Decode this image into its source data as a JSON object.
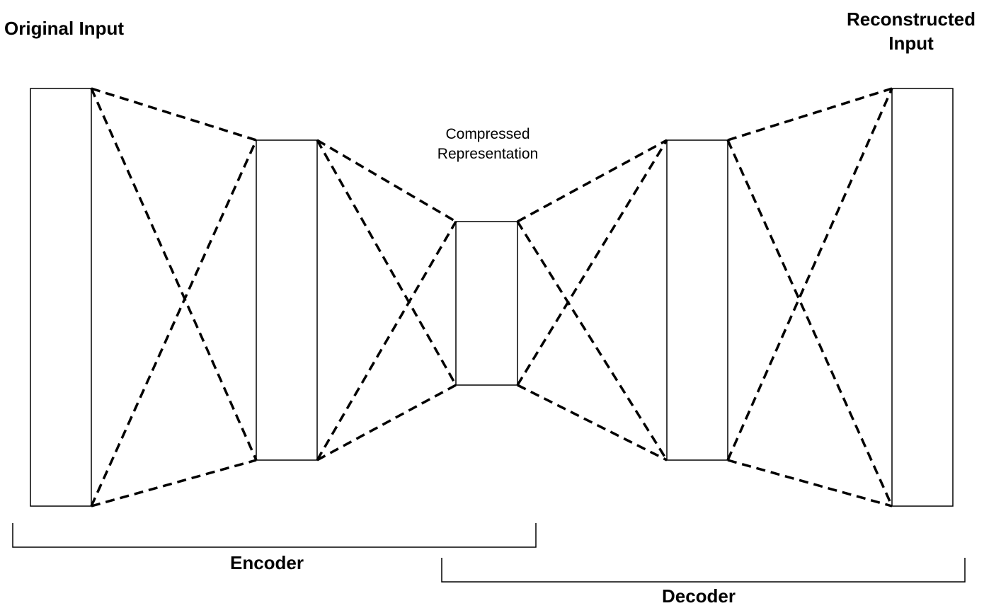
{
  "labels": {
    "original_input": "Original Input",
    "reconstructed_input": "Reconstructed Input",
    "compressed_representation": "Compressed Representation",
    "encoder": "Encoder",
    "decoder": "Decoder"
  },
  "colors": {
    "stroke": "#000000",
    "background": "#ffffff"
  }
}
